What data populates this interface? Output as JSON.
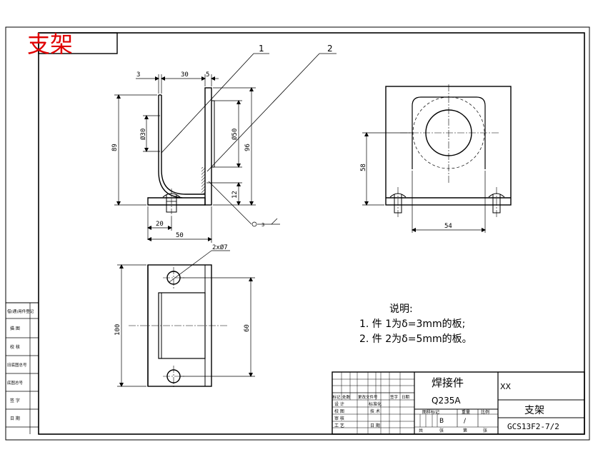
{
  "title_stamp": "支架",
  "part_labels": [
    "1",
    "2"
  ],
  "front_view": {
    "dim_top": [
      "3",
      "30",
      "5"
    ],
    "dim_left": [
      "89",
      "Ø30"
    ],
    "dim_right": [
      "Ø50",
      "96",
      "12"
    ],
    "dim_bottom": [
      "20",
      "50"
    ],
    "weld_symbol": "3"
  },
  "side_view": {
    "dim_height": "58",
    "dim_width": "54"
  },
  "plan_view": {
    "hole_note": "2xØ7",
    "dim_height": "100",
    "dim_holes": "60"
  },
  "notes": {
    "heading": "说明:",
    "lines": [
      "1. 件 1为δ=3mm的板;",
      "2. 件 2为δ=5mm的板。"
    ]
  },
  "side_strip_labels": [
    "借(通)用件登记",
    "描 图",
    "校 核",
    "旧底图总号",
    "底图总号",
    "签 字",
    "日 期"
  ],
  "title_block": {
    "name": "焊接件",
    "material": "Q235A",
    "company": "XX",
    "drawing_title": "支架",
    "drawing_number": "GCS13F2-7/2",
    "rev_headers": [
      "标记",
      "处数",
      "更改文件号",
      "签字",
      "日期"
    ],
    "role_rows": [
      [
        "设 计",
        "标准化"
      ],
      [
        "校 图",
        "技 术"
      ],
      [
        "审 核",
        ""
      ],
      [
        "工 艺",
        "日 期"
      ]
    ],
    "stage_headers": [
      "图样标记",
      "重量",
      "比例"
    ],
    "stage_values": [
      "B",
      "/"
    ],
    "sheet_labels": [
      "共",
      "张",
      "第",
      "张"
    ]
  }
}
